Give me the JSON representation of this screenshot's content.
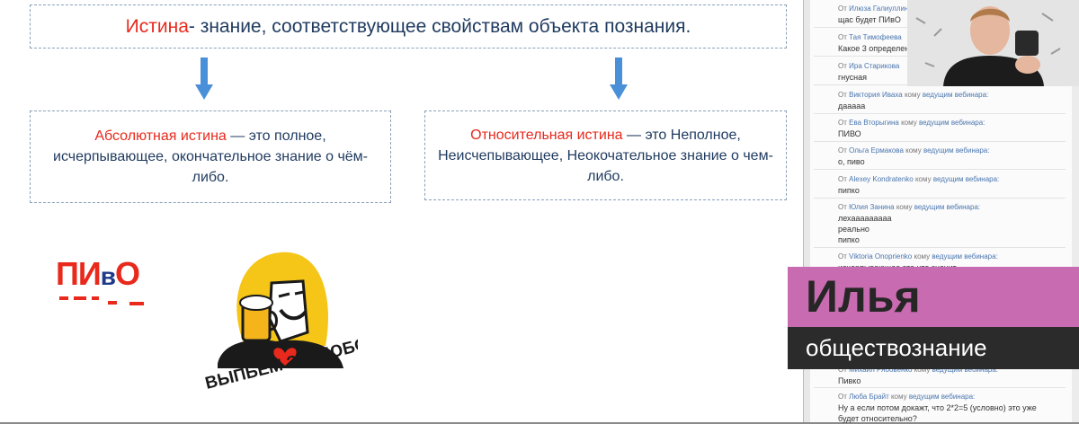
{
  "slide": {
    "definition": {
      "term": "Истина",
      "rest": " - знание, соответствующее свойствам объекта познания."
    },
    "absolute": {
      "term": "Абсолютная истина",
      "rest": " — это полное, исчерпывающее, окончательное знание о чём-либо."
    },
    "relative": {
      "term": "Относительная истина",
      "rest": " — это Неполное, Неисчепывающее, Неокочательное знание о чем-либо."
    },
    "pivo": {
      "p1": "ПИ",
      "v": "в",
      "o": "О"
    },
    "sticker_text": "ВЫПЬЕМ ЗА ЛЮБОВЬ"
  },
  "chat": {
    "messages": [
      {
        "from": "Илюза Галиуллин",
        "to": "",
        "text": "щас будет ПИвО"
      },
      {
        "from": "Тая Тимофеева",
        "to": "",
        "text": "Какое 3 определен"
      },
      {
        "from": "Ира Старикова",
        "to": "",
        "text": "гнусная"
      },
      {
        "from": "Виктория Иваха",
        "to": "ведущим вебинара:",
        "text": "дааааа"
      },
      {
        "from": "Ева Вторыгина",
        "to": "ведущим вебинара:",
        "text": "ПИВО"
      },
      {
        "from": "Ольга Ермакова",
        "to": "ведущим вебинара:",
        "text": "о, пиво"
      },
      {
        "from": "Alexey Kondratenko",
        "to": "ведущим вебинара:",
        "text": "пипко"
      },
      {
        "from": "Юлия Занина",
        "to": "ведущим вебинара:",
        "text": "лехааааааааа\nреально\nпипко"
      },
      {
        "from": "Viktoria Onoprienko",
        "to": "ведущим вебинара:",
        "text": "исчерпывающее это что значит"
      },
      {
        "from": "Михаил Рябовенко",
        "to": "ведущим вебинара:",
        "text": "Пивко"
      },
      {
        "from": "Люба Брайт",
        "to": "ведущим вебинара:",
        "text": "Ну а если потом докажт, что 2*2=5 (условно) это уже\nбудет относительно?"
      }
    ],
    "from_word": "От",
    "to_word": "кому"
  },
  "overlay": {
    "name": "Илья",
    "subject": "обществознание"
  },
  "colors": {
    "accent_red": "#e8291c",
    "text_blue": "#1f3a5f",
    "arrow_blue": "#4a90d9",
    "lower_pink": "#c96bb0",
    "lower_dark": "#2b2b2b"
  }
}
